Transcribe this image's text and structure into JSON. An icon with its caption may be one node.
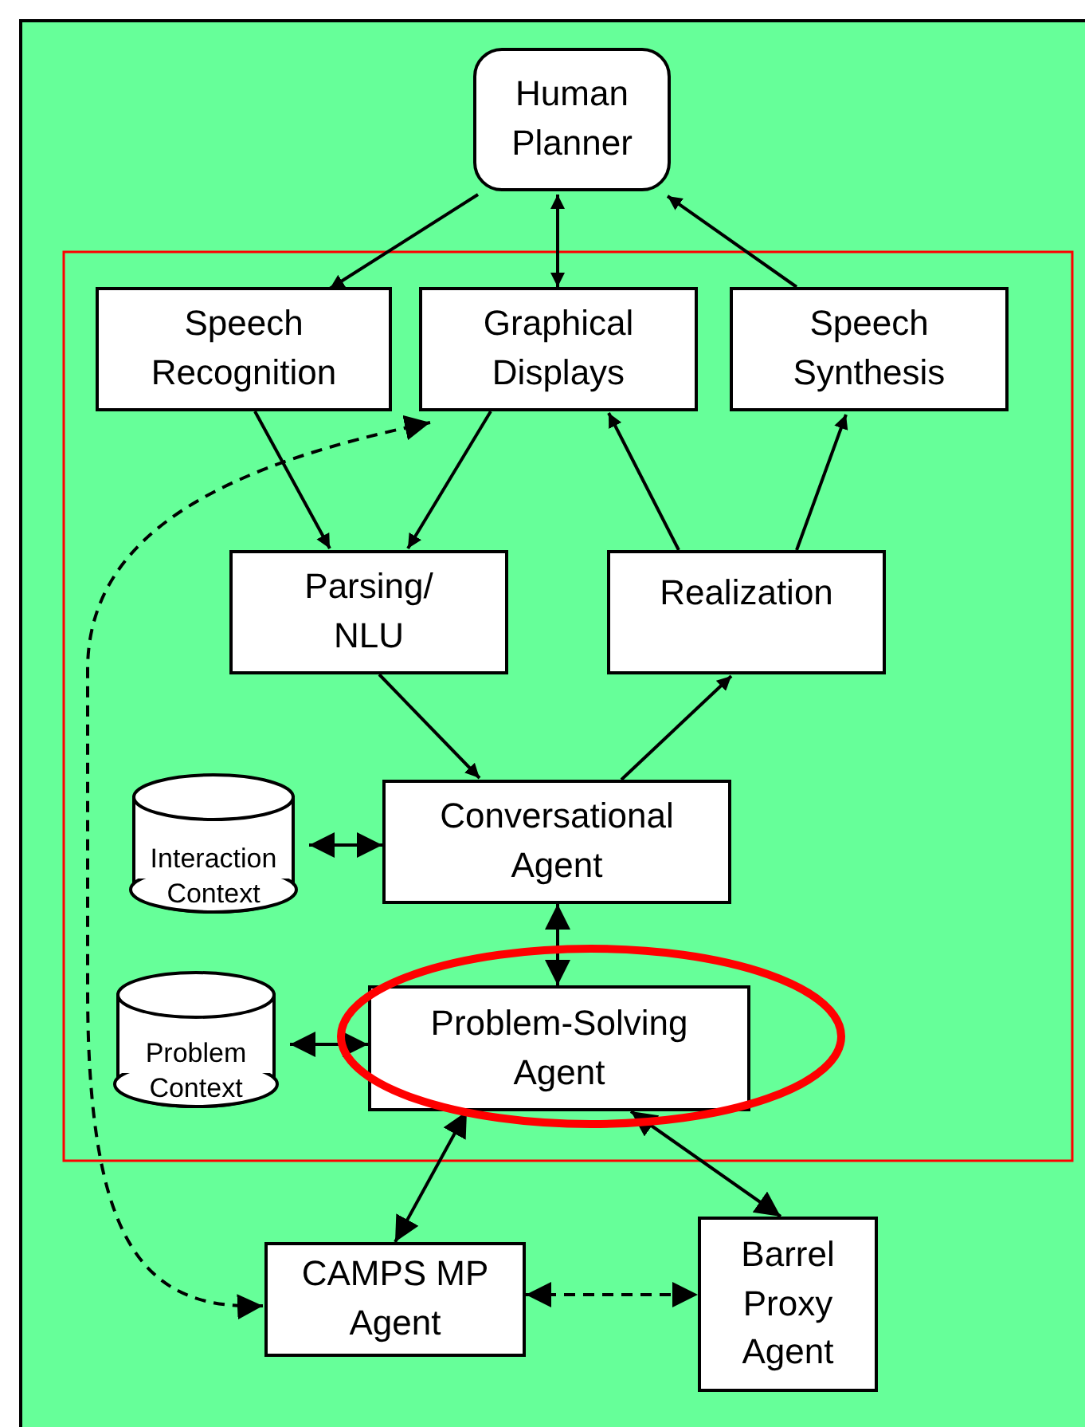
{
  "diagram": {
    "nodes": [
      {
        "text": [
          "Human Planner"
        ]
      },
      {
        "text": [
          "Speech Recognition"
        ]
      },
      {
        "text": [
          "Graphical Displays"
        ]
      },
      {
        "text": [
          "Speech Synthesis"
        ]
      },
      {
        "text": [
          "Parsing/ NLU"
        ]
      },
      {
        "text": [
          "Realization"
        ]
      },
      {
        "text": [
          "Interaction Context"
        ]
      },
      {
        "text": [
          "Conversational Agent"
        ]
      },
      {
        "text": [
          "Problem Context"
        ]
      },
      {
        "text": [
          "Problem-Solving Agent"
        ]
      },
      {
        "text": [
          "CAMPS MP Agent"
        ]
      },
      {
        "text": [
          "Barrel Proxy Agent"
        ]
      }
    ],
    "edges": [
      {
        "from": 0,
        "to": 1,
        "arrow": "to"
      },
      {
        "from": 0,
        "to": 2,
        "arrow": "both"
      },
      {
        "from": 3,
        "to": 0,
        "arrow": "to"
      },
      {
        "from": 1,
        "to": 4,
        "arrow": "to"
      },
      {
        "from": 2,
        "to": 4,
        "arrow": "to"
      },
      {
        "from": 5,
        "to": 2,
        "arrow": "to"
      },
      {
        "from": 5,
        "to": 3,
        "arrow": "to"
      },
      {
        "from": 4,
        "to": 7,
        "arrow": "to"
      },
      {
        "from": 7,
        "to": 5,
        "arrow": "to"
      },
      {
        "from": 6,
        "to": 7,
        "arrow": "both"
      },
      {
        "from": 7,
        "to": 9,
        "arrow": "both"
      },
      {
        "from": 8,
        "to": 9,
        "arrow": "both"
      },
      {
        "from": 9,
        "to": 10,
        "arrow": "both"
      },
      {
        "from": 9,
        "to": 11,
        "arrow": "both"
      },
      {
        "from": 10,
        "to": 11,
        "arrow": "both",
        "style": "dashed"
      },
      {
        "from": 10,
        "to": 2,
        "arrow": "both",
        "style": "dashed"
      }
    ]
  }
}
